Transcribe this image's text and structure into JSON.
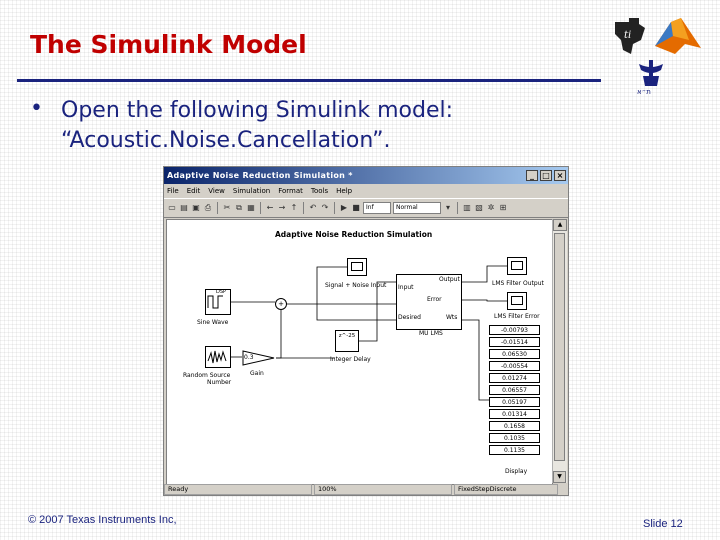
{
  "slide": {
    "title": "The Simulink Model",
    "bullet_symbol": "•",
    "bullet_line1": "Open the following Simulink model:",
    "bullet_line2": "“Acoustic.Noise.Cancellation”.",
    "footer_left": "© 2007 Texas Instruments Inc,",
    "footer_right": "Slide 12"
  },
  "window": {
    "title": "Adaptive Noise Reduction Simulation *",
    "menu": [
      "File",
      "Edit",
      "View",
      "Simulation",
      "Format",
      "Tools",
      "Help"
    ],
    "stop_time": "Inf",
    "sim_mode": "Normal",
    "status": [
      "Ready",
      "100%",
      "FixedStepDiscrete"
    ],
    "colors": {
      "titlebar_start": "#0a246a",
      "titlebar_end": "#a6caf0",
      "chrome": "#d4d0c8"
    }
  },
  "model": {
    "title": "Adaptive Noise Reduction Simulation",
    "labels": {
      "sine_wave": "Sine Wave",
      "random_source": "Random Source",
      "number": "Number",
      "gain": "Gain",
      "gain_value": "0.3",
      "integer_delay": "Integer Delay",
      "signal_noise_input": "Signal + Noise Input",
      "input": "Input",
      "desired": "Desired",
      "output": "Output",
      "wts": "Wts",
      "error": "Error",
      "mu_lms": "MU LMS",
      "lms_filter_output": "LMS Filter Output",
      "lms_filter_error": "LMS Filter Error",
      "display": "Display",
      "dsp": "DSP",
      "z_delay": "z^-25"
    },
    "display_values": [
      "-0.00793",
      "-0.01514",
      "0.06530",
      "-0.00554",
      "0.01274",
      "0.06557",
      "0.05197",
      "0.01314",
      "0.1658",
      "0.1035",
      "0.1135"
    ]
  }
}
